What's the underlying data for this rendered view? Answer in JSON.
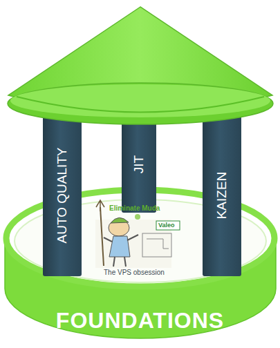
{
  "diagram": {
    "nodes": [
      {
        "text": [
          "FOUNDATIONS"
        ]
      },
      {
        "text": [
          "AUTO QUALITY"
        ]
      },
      {
        "text": [
          "JIT"
        ]
      },
      {
        "text": [
          "KAIZEN"
        ]
      }
    ],
    "labels": [
      "Eliminate Muda",
      "Valeo",
      "The VPS obsession"
    ]
  }
}
